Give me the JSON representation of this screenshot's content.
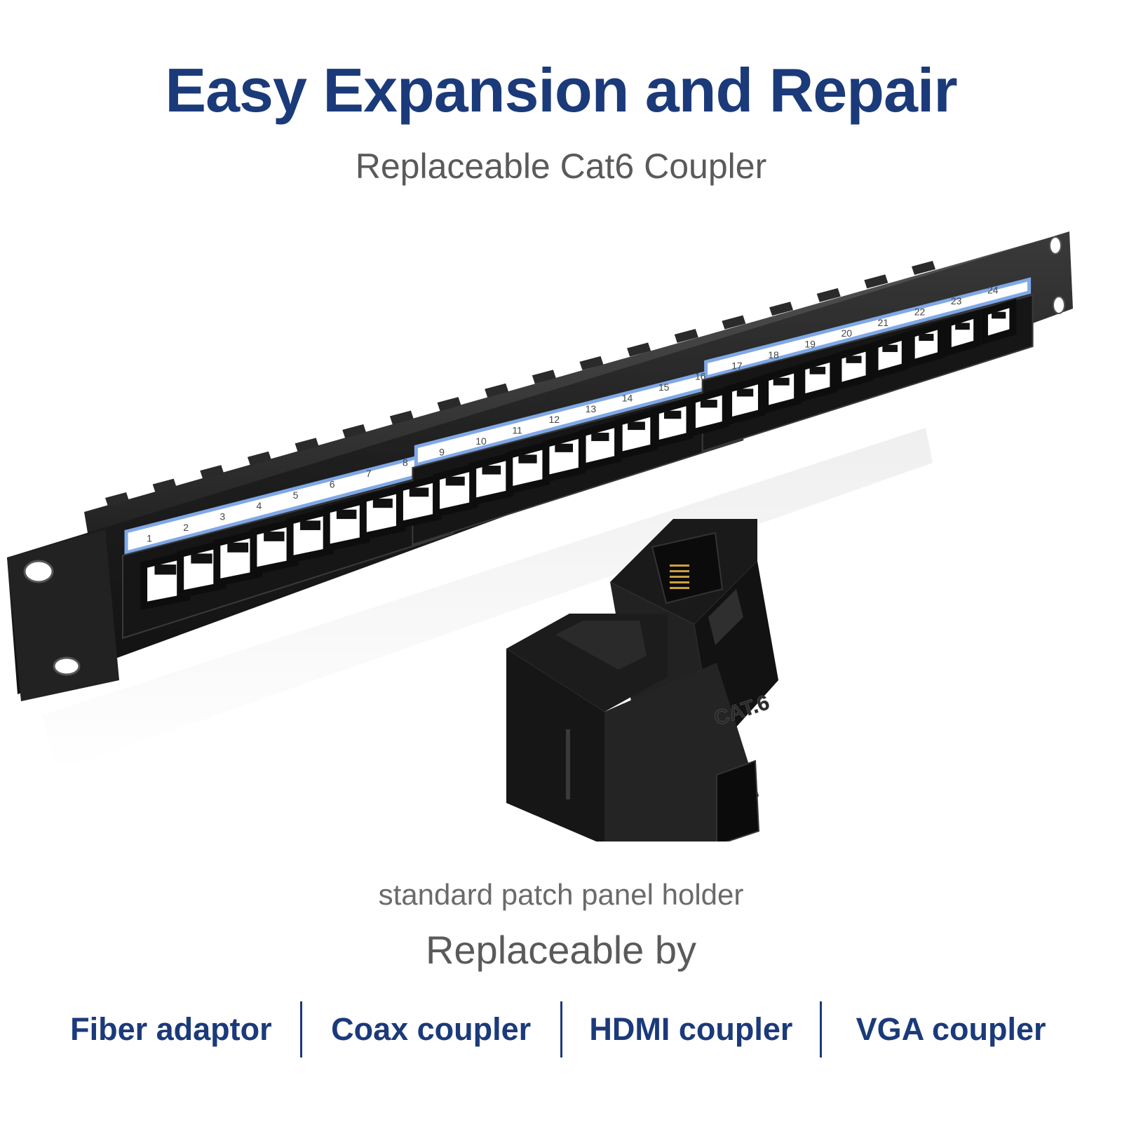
{
  "header": {
    "title": "Easy Expansion and Repair",
    "subtitle": "Replaceable Cat6 Coupler"
  },
  "panel": {
    "port_labels": [
      "1",
      "2",
      "3",
      "4",
      "5",
      "6",
      "7",
      "8",
      "9",
      "10",
      "11",
      "12",
      "13",
      "14",
      "15",
      "16",
      "17",
      "18",
      "19",
      "20",
      "21",
      "22",
      "23",
      "24"
    ],
    "coupler_marking": "CAT.6"
  },
  "notes": {
    "line1": "standard patch panel holder",
    "line2": "Replaceable by"
  },
  "options": [
    "Fiber adaptor",
    "Coax coupler",
    "HDMI coupler",
    "VGA coupler"
  ],
  "colors": {
    "accent": "#1b3a7a",
    "gray_text": "#5a5a5a",
    "label_strip": "#7fa8e6"
  }
}
